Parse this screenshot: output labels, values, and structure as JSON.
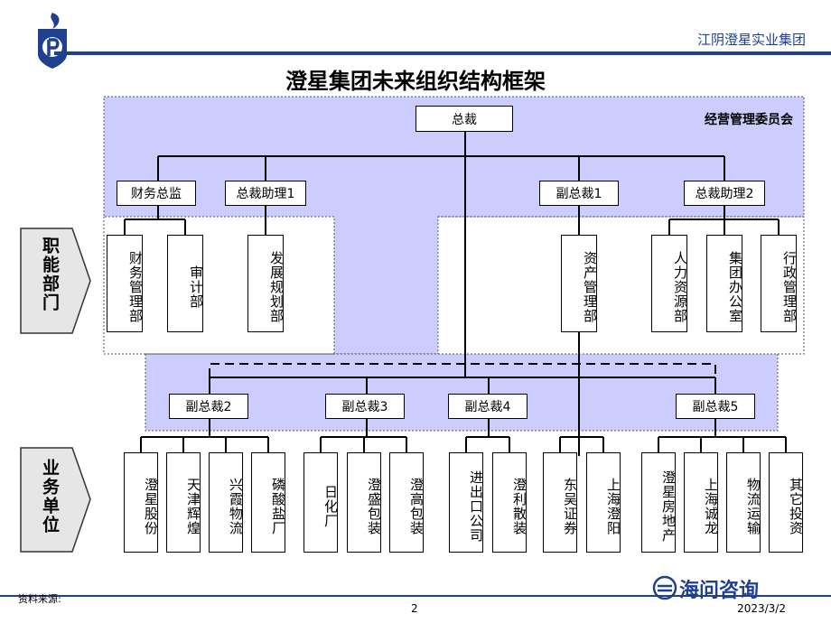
{
  "header": {
    "company": "江阴澄星实业集团",
    "title": "澄星集团未来组织结构框架"
  },
  "committee": "经营管理委员会",
  "side_labels": {
    "functional": "职能部门",
    "business": "业务单位"
  },
  "nodes": {
    "ceo": "总裁",
    "finance_director": "财务总监",
    "assistant1": "总裁助理1",
    "vp1": "副总裁1",
    "assistant2": "总裁助理2",
    "vp2": "副总裁2",
    "vp3": "副总裁3",
    "vp4": "副总裁4",
    "vp5": "副总裁5"
  },
  "departments": [
    "财务管理部",
    "审计部",
    "发展规划部",
    "资产管理部",
    "人力资源部",
    "集团办公室",
    "行政管理部"
  ],
  "business_units": [
    "澄星股份",
    "天津辉煌",
    "兴霞物流",
    "磷酸盐厂",
    "日化厂",
    "澄盛包装",
    "澄高包装",
    "进出口公司",
    "澄利散装",
    "东吴证券",
    "上海澄阳",
    "澄星房地产",
    "上海诚龙",
    "物流运输",
    "其它投资"
  ],
  "footer": {
    "source": "资料来源:",
    "page": "2",
    "date": "2023/3/2",
    "brand": "海问咨询"
  },
  "colors": {
    "highlight_fill": "#ccccff",
    "brand_blue": "#1f3f8f"
  }
}
